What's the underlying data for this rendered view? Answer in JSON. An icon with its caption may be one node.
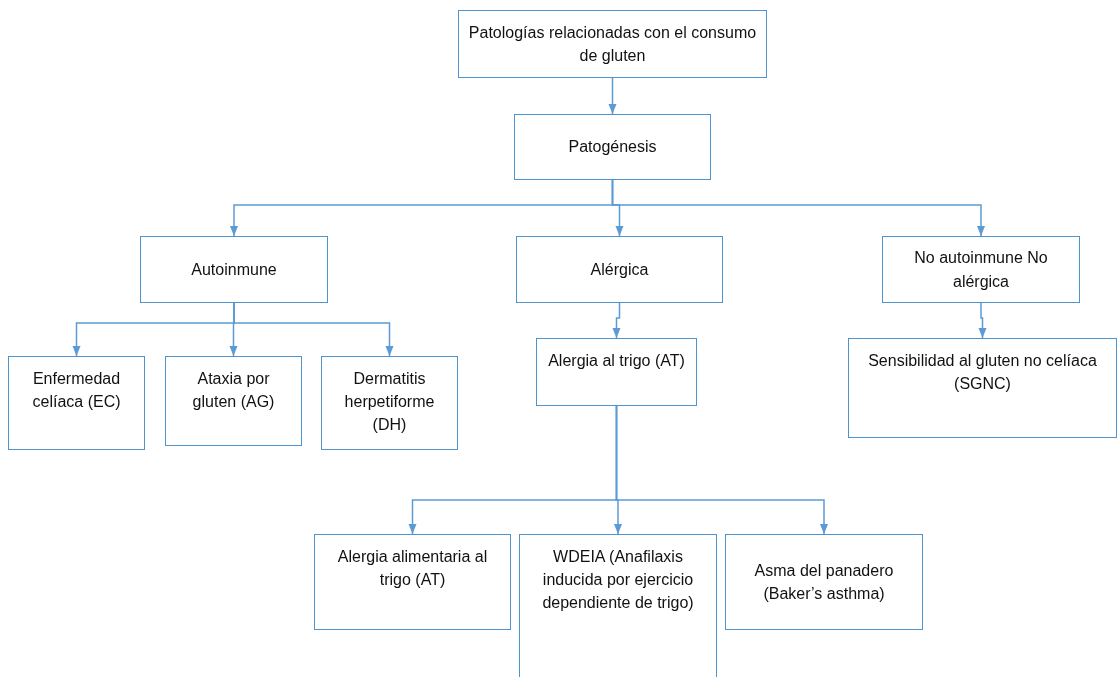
{
  "diagram": {
    "nodes": [
      {
        "text": [
          "Patologías relacionadas con el consumo de gluten"
        ]
      },
      {
        "text": [
          "Patogénesis"
        ]
      },
      {
        "text": [
          "Autoinmune"
        ]
      },
      {
        "text": [
          "Alérgica"
        ]
      },
      {
        "text": [
          "No autoinmune No alérgica"
        ]
      },
      {
        "text": [
          "Enfermedad celíaca (EC)"
        ]
      },
      {
        "text": [
          "Ataxia por gluten (AG)"
        ]
      },
      {
        "text": [
          "Dermatitis herpetiforme (DH)"
        ]
      },
      {
        "text": [
          "Alergia al trigo (AT)"
        ]
      },
      {
        "text": [
          "Sensibilidad al gluten no celíaca (SGNC)"
        ]
      },
      {
        "text": [
          "Alergia alimentaria al trigo (AT)"
        ]
      },
      {
        "text": [
          "WDEIA (Anafilaxis inducida por ejercicio dependiente de trigo)"
        ]
      },
      {
        "text": [
          "Asma del panadero (Baker’s asthma)"
        ]
      }
    ],
    "edges": [
      {
        "from": 0,
        "to": 1,
        "arrow": "to"
      },
      {
        "from": 1,
        "to": 2,
        "arrow": "to"
      },
      {
        "from": 1,
        "to": 3,
        "arrow": "to"
      },
      {
        "from": 1,
        "to": 4,
        "arrow": "to"
      },
      {
        "from": 2,
        "to": 5,
        "arrow": "to"
      },
      {
        "from": 2,
        "to": 6,
        "arrow": "to"
      },
      {
        "from": 2,
        "to": 7,
        "arrow": "to"
      },
      {
        "from": 3,
        "to": 8,
        "arrow": "to"
      },
      {
        "from": 4,
        "to": 9,
        "arrow": "to"
      },
      {
        "from": 8,
        "to": 10,
        "arrow": "to"
      },
      {
        "from": 8,
        "to": 11,
        "arrow": "to"
      },
      {
        "from": 8,
        "to": 12,
        "arrow": "to"
      }
    ]
  }
}
